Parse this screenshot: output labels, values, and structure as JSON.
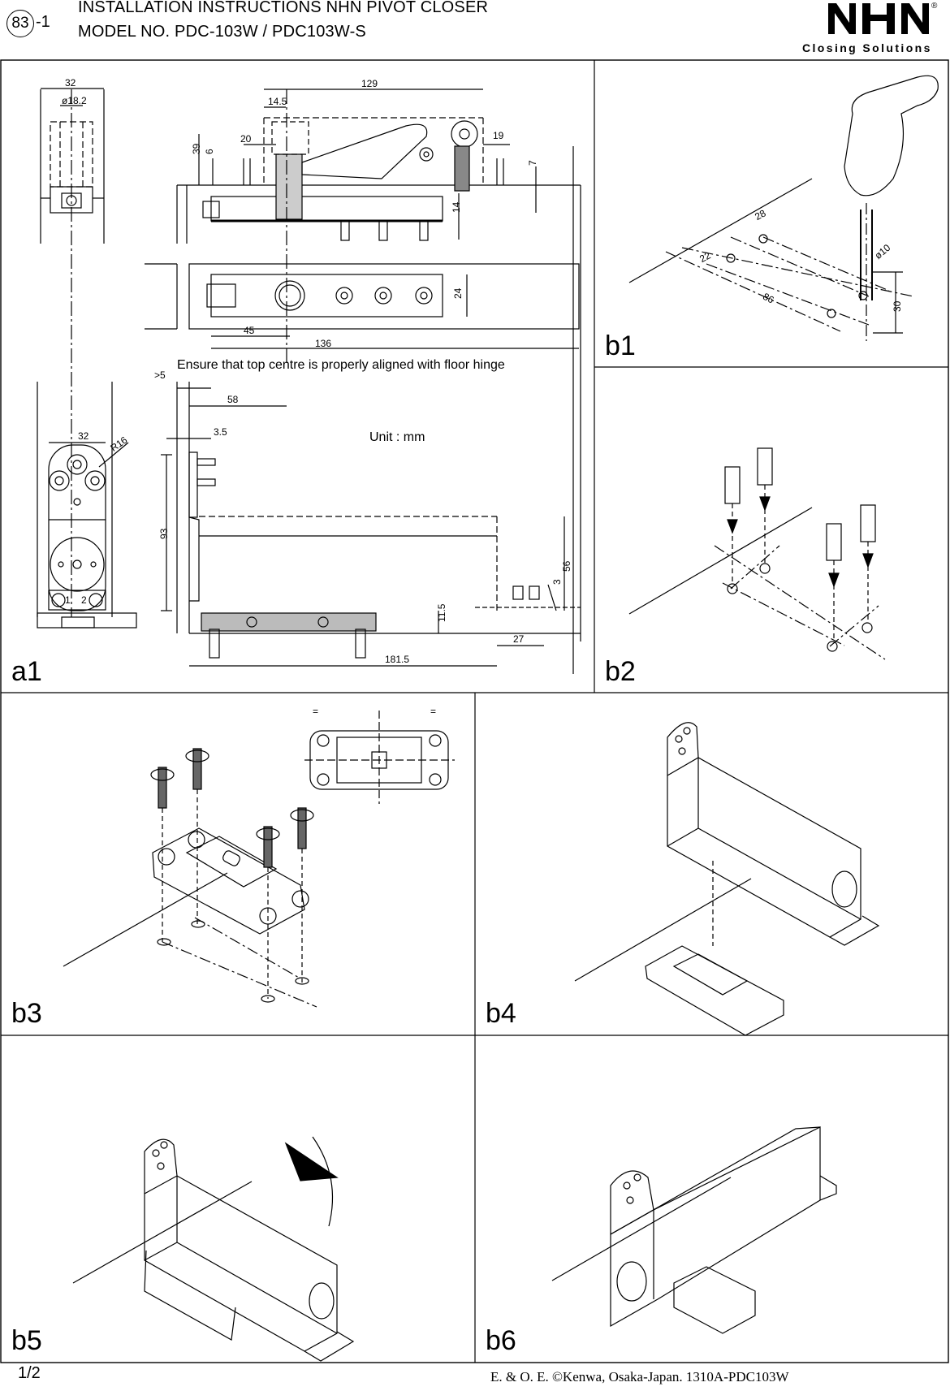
{
  "header": {
    "circle_number": "83",
    "suffix": "-1",
    "line1": "INSTALLATION INSTRUCTIONS NHN PIVOT CLOSER",
    "line2": "MODEL NO. PDC-103W / PDC103W-S",
    "logo_text": "NHN",
    "logo_tagline": "Closing Solutions",
    "registered_mark": "®"
  },
  "panels": {
    "a1": "a1",
    "b1": "b1",
    "b2": "b2",
    "b3": "b3",
    "b4": "b4",
    "b5": "b5",
    "b6": "b6"
  },
  "notes": {
    "alignment": "Ensure that top centre is properly aligned with floor hinge",
    "unit": "Unit : mm"
  },
  "dimensions": {
    "d32_top": "32",
    "d18_2": "ø18.2",
    "d129": "129",
    "d14_5": "14.5",
    "d20": "20",
    "d19": "19",
    "d39": "39",
    "d6": "6",
    "d7": "7",
    "d14": "14",
    "d24": "24",
    "d45": "45",
    "d136": "136",
    "d_gt5": ">5",
    "d58": "58",
    "d32_mid": "32",
    "d_r16": "R16",
    "d3_5": "3.5",
    "d93": "93",
    "d56": "56",
    "d3": "3",
    "d11_5": "11.5",
    "d27": "27",
    "d181_5": "181.5",
    "d_pos1": "1",
    "d_pos2": "2",
    "b1_28": "28",
    "b1_22": "22",
    "b1_86": "86",
    "b1_10": "ø10",
    "b1_30": "30",
    "b3_eq": "="
  },
  "footer": {
    "page": "1/2",
    "copyright": "E. & O. E.  ©Kenwa, Osaka-Japan. 1310A-PDC103W"
  }
}
